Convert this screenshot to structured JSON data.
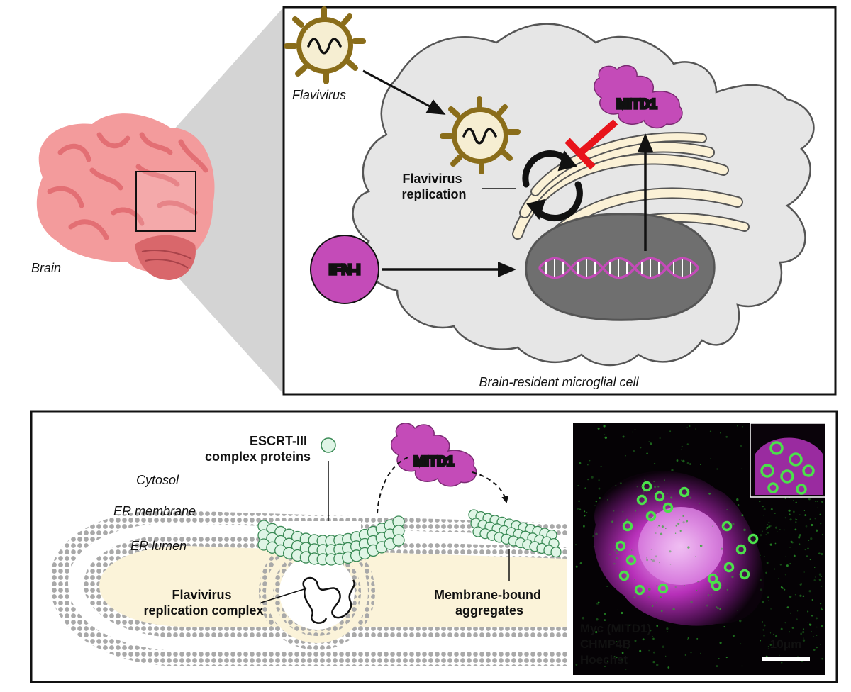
{
  "top_panel": {
    "brain_label": "Brain",
    "flavivirus_label": "Flavivirus",
    "replication_label_1": "Flavivirus",
    "replication_label_2": "replication",
    "ifn_label": "IFN-I",
    "mitd1_label": "MITD1",
    "cell_caption": "Brain-resident microglial cell"
  },
  "bottom_panel": {
    "escrt_label_1": "ESCRT-III",
    "escrt_label_2": "complex proteins",
    "mitd1_label": "MITD1",
    "cytosol_label": "Cytosol",
    "er_membrane_label": "ER membrane",
    "er_lumen_label": "ER lumen",
    "rep_complex_label_1": "Flavivirus",
    "rep_complex_label_2": "replication complex",
    "aggregates_label_1": "Membrane-bound",
    "aggregates_label_2": "aggregates"
  },
  "micrograph": {
    "legend_myc": "Myc (MITD1)",
    "legend_chmp4b": "CHMP4B",
    "legend_hoechst": "Hoechst",
    "scale_bar_label": "10μm",
    "colors": {
      "myc": "#d43bd4",
      "chmp4b": "#33dd33",
      "hoechst": "#ffffff"
    }
  },
  "colors": {
    "magenta": "#c44bb8",
    "virus_gold": "#8a6d1a",
    "inhibit_red": "#e8141b",
    "er_fill": "#fbf3d9",
    "escrt_green": "#dff5e6",
    "cell_gray": "#e8e8e8",
    "nucleus_gray": "#6f6f6f"
  }
}
